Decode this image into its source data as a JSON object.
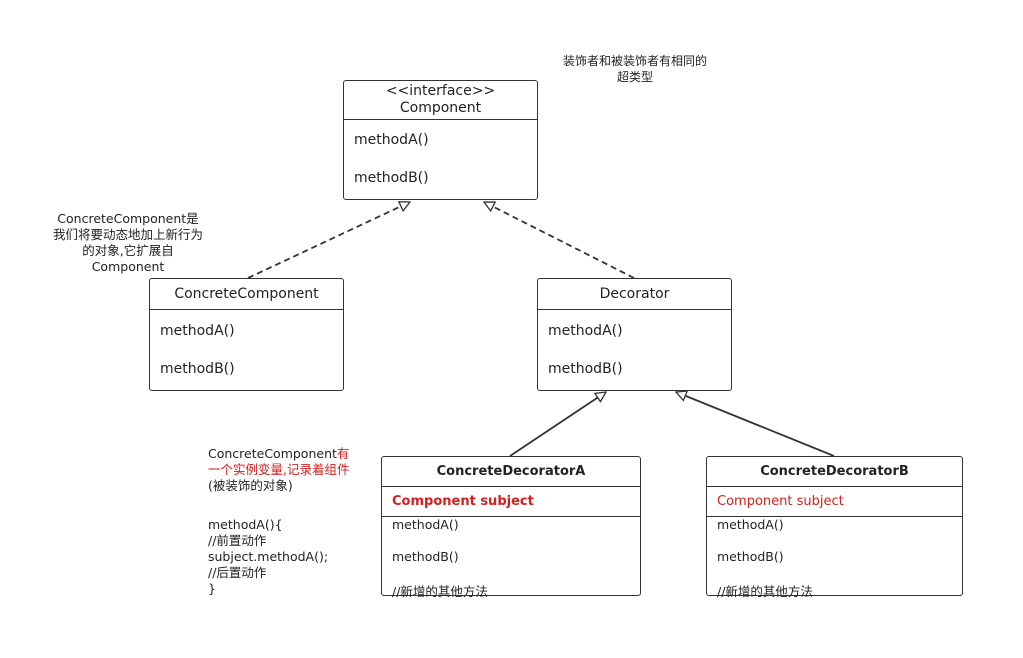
{
  "notes": {
    "supertype": [
      "装饰者和被装饰者有相同的",
      "超类型"
    ],
    "concrete_component": [
      "ConcreteComponent是",
      "我们将要动态地加上新行为",
      "的对象,它扩展自",
      "Component"
    ],
    "decorator_field": {
      "line1_black": "ConcreteComponent",
      "line1_red": "有",
      "line2_red": "一个实例变量,记录着组件",
      "line3": "(被装饰的对象)",
      "code": [
        "methodA(){",
        "//前置动作",
        "subject.methodA();",
        "//后置动作",
        "}"
      ]
    }
  },
  "classes": {
    "component": {
      "stereotype": "<<interface>>",
      "name": "Component",
      "methods": [
        "methodA()",
        "methodB()"
      ]
    },
    "concrete_component": {
      "name": "ConcreteComponent",
      "methods": [
        "methodA()",
        "methodB()"
      ]
    },
    "decorator": {
      "name": "Decorator",
      "methods": [
        "methodA()",
        "methodB()"
      ]
    },
    "concrete_decorator_a": {
      "name": "ConcreteDecoratorA",
      "field": "Component subject",
      "methods": [
        "methodA()",
        "methodB()",
        "//新增的其他方法"
      ]
    },
    "concrete_decorator_b": {
      "name": "ConcreteDecoratorB",
      "field": "Component subject",
      "methods": [
        "methodA()",
        "methodB()",
        "//新增的其他方法"
      ]
    }
  },
  "relations": [
    {
      "from": "concrete_component",
      "to": "component",
      "kind": "realization"
    },
    {
      "from": "decorator",
      "to": "component",
      "kind": "realization"
    },
    {
      "from": "concrete_decorator_a",
      "to": "decorator",
      "kind": "inheritance"
    },
    {
      "from": "concrete_decorator_b",
      "to": "decorator",
      "kind": "inheritance"
    }
  ],
  "colors": {
    "line": "#333333",
    "highlight": "#d32020"
  }
}
